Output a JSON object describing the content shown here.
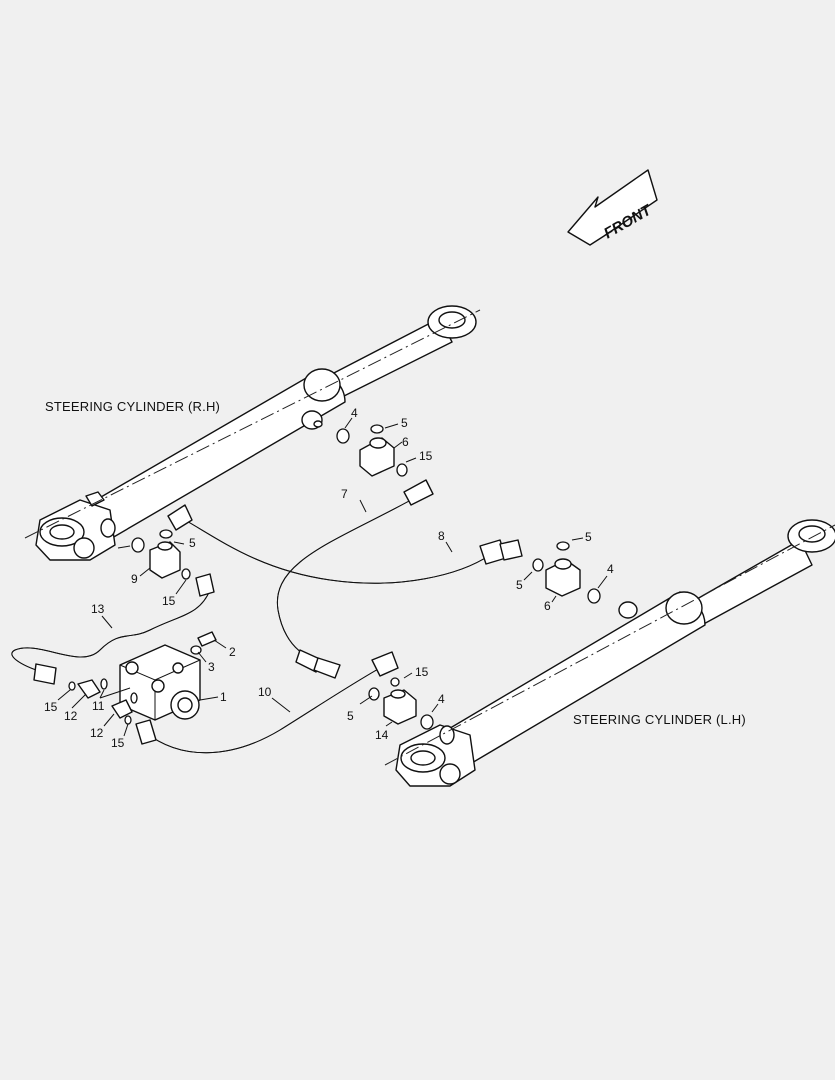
{
  "front_label": "FRONT",
  "cylinders": {
    "rh_label": "STEERING CYLINDER (R.H)",
    "lh_label": "STEERING CYLINDER (L.H)"
  },
  "callouts": [
    "1",
    "2",
    "3",
    "4",
    "4",
    "4",
    "5",
    "5",
    "5",
    "5",
    "5",
    "6",
    "6",
    "7",
    "8",
    "9",
    "10",
    "11",
    "12",
    "12",
    "13",
    "14",
    "15",
    "15",
    "15",
    "15",
    "15"
  ]
}
